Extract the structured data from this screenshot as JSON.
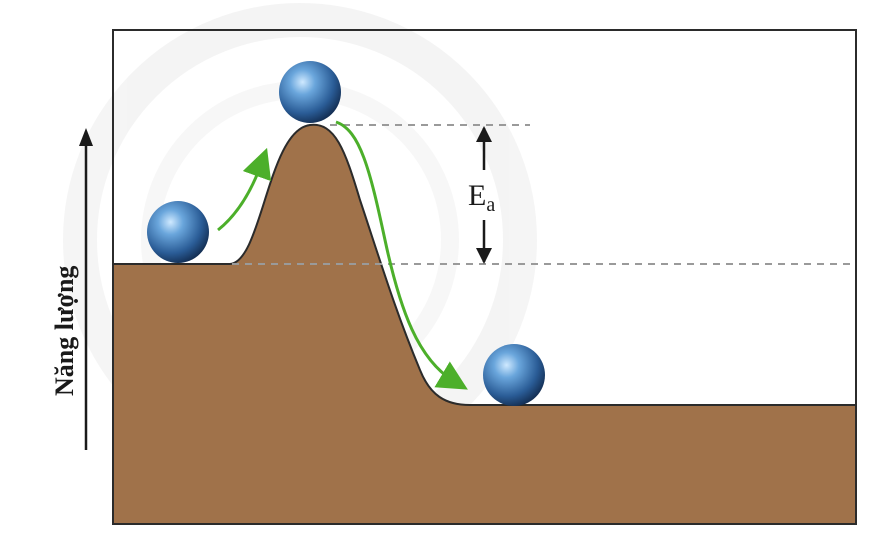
{
  "diagram": {
    "axis_label": "Năng lượng",
    "activation_label": "E",
    "activation_subscript": "a",
    "colors": {
      "terrain": "#a0724a",
      "terrain_outline": "#2b2b2b",
      "frame": "#2b2b2b",
      "arrow_green": "#4caf2a",
      "ball_dark": "#1d3f6e",
      "ball_mid": "#3f77b3",
      "ball_light": "#a9d3f5",
      "guide_line": "#9a9a9a",
      "watermark": "#e8e8e8"
    }
  }
}
